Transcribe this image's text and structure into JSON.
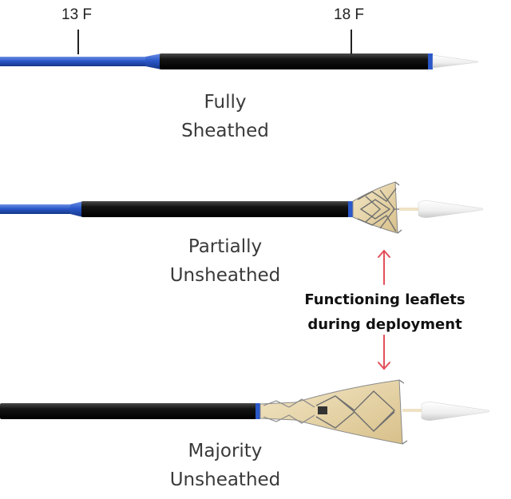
{
  "sizes": {
    "small": "13 F",
    "large": "18 F"
  },
  "stages": {
    "fully": {
      "line1": "Fully",
      "line2": "Sheathed"
    },
    "partial": {
      "line1": "Partially",
      "line2": "Unsheathed"
    },
    "majority": {
      "line1": "Majority",
      "line2": "Unsheathed"
    }
  },
  "annotation": {
    "line1": "Functioning leaflets",
    "line2": "during deployment"
  },
  "colors": {
    "catheter_blue": "#2a58c9",
    "sheath_black": "#141414",
    "arrow_red": "#e4505a",
    "nose_tip": "#f2f2f2",
    "leaflet": "#e8d6a8"
  }
}
